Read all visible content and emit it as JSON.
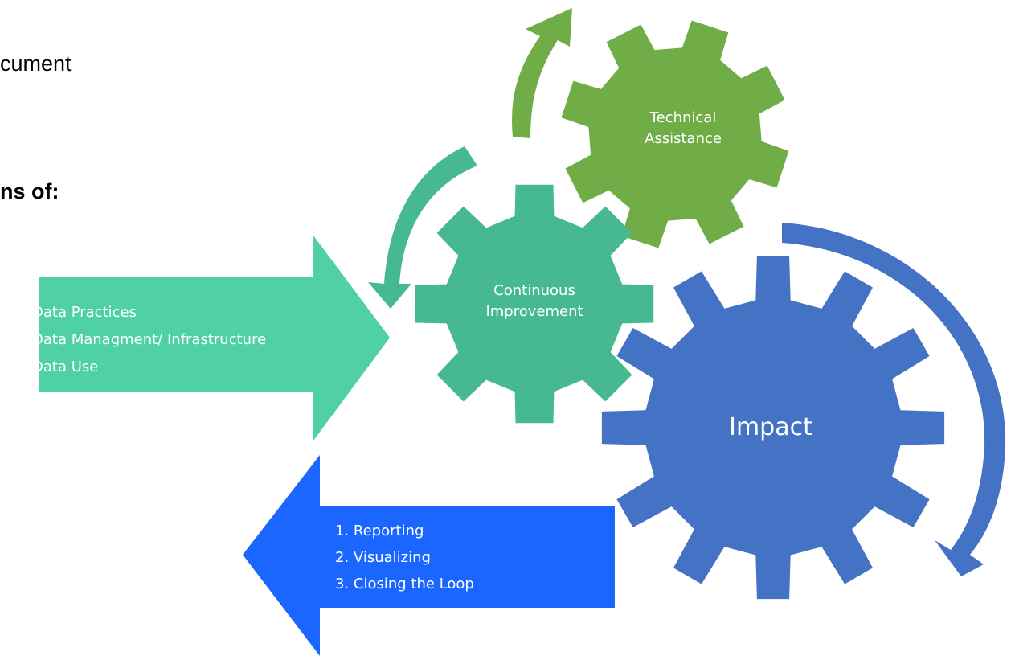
{
  "document": {
    "link_fragment": "",
    "line1": "cument",
    "heading": "ns of:"
  },
  "diagram": {
    "technical_assistance": {
      "line1": "Technical",
      "line2": "Assistance"
    },
    "continuous_improvement": {
      "line1": "Continuous",
      "line2": "Improvement"
    },
    "impact": {
      "label": "Impact"
    },
    "inputs": [
      "Data Practices",
      "Data Managment/ Infrastructure",
      "Data Use"
    ],
    "outputs": [
      "1. Reporting",
      "2. Visualizing",
      "3. Closing the Loop"
    ],
    "colors": {
      "technical_gear": "#70ad47",
      "technical_arrow": "#70ad47",
      "continuous_gear": "#46b991",
      "continuous_arrow": "#46b991",
      "input_arrow": "#4fd1a5",
      "impact_gear": "#4472c4",
      "impact_arrow": "#4472c4",
      "output_arrow": "#1a66ff",
      "link": "#1f36c7"
    }
  }
}
